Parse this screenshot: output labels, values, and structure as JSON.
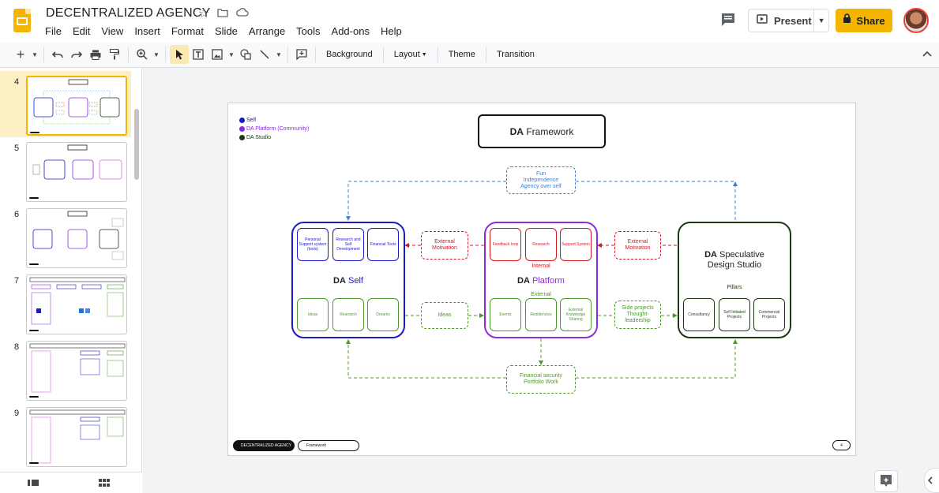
{
  "header": {
    "doc_title": "DECENTRALIZED AGENCY",
    "menus": [
      "File",
      "Edit",
      "View",
      "Insert",
      "Format",
      "Slide",
      "Arrange",
      "Tools",
      "Add-ons",
      "Help"
    ],
    "present_label": "Present",
    "share_label": "Share"
  },
  "toolbar": {
    "background_label": "Background",
    "layout_label": "Layout",
    "theme_label": "Theme",
    "transition_label": "Transition"
  },
  "filmstrip": {
    "slides": [
      {
        "number": "4",
        "active": true
      },
      {
        "number": "5",
        "active": false
      },
      {
        "number": "6",
        "active": false
      },
      {
        "number": "7",
        "active": false
      },
      {
        "number": "8",
        "active": false
      },
      {
        "number": "9",
        "active": false
      }
    ]
  },
  "slide": {
    "legend": [
      {
        "label": "Self",
        "color": "#1a1ac8"
      },
      {
        "label": "DA Platform (Community)",
        "color": "#8a2be2"
      },
      {
        "label": "DA Studio",
        "color": "#1b3a12"
      }
    ],
    "title_bold": "DA",
    "title_rest": "Framework",
    "self_box": {
      "title_bold": "DA",
      "title_rest": "Self",
      "top_items": [
        "Personal Support system (tools)",
        "Research and Self Development",
        "Financial Tools"
      ],
      "bottom_items": [
        "Ideas",
        "Research",
        "Dreams"
      ]
    },
    "platform_box": {
      "title_bold": "DA",
      "title_rest": "Platform",
      "internal_label": "Internal",
      "external_label": "External",
      "top_items": [
        "Feedback loop",
        "Research",
        "Support System"
      ],
      "bottom_items": [
        "Events",
        "Residencies",
        "External Knowledge Sharing"
      ]
    },
    "studio_box": {
      "title_bold": "DA",
      "title_rest_line1": "Speculative",
      "title_rest_line2": "Design Studio",
      "pillars_label": "Pillars",
      "items": [
        "Consultancy",
        "Self Initiated Projects",
        "Commercial Projects"
      ]
    },
    "connectors": {
      "fun": "Fun\nIndependence\nAgency over self",
      "ext_motivation_1": "External\nMotivation",
      "ext_motivation_2": "External\nMotivation",
      "ideas": "Ideas",
      "side_projects": "Side projects\nThought-leadership",
      "financial": "Financial security\nPortfolio Work"
    },
    "footer": {
      "pill_1": "DECENTRALIZED AGENCY",
      "pill_2": "Framework",
      "page": "4"
    },
    "colors": {
      "self": "#1a1ac8",
      "platform": "#8a2be2",
      "studio": "#1b3a12",
      "red": "#d71920",
      "green": "#4c9a2a",
      "blue": "#3f7fd1"
    }
  }
}
